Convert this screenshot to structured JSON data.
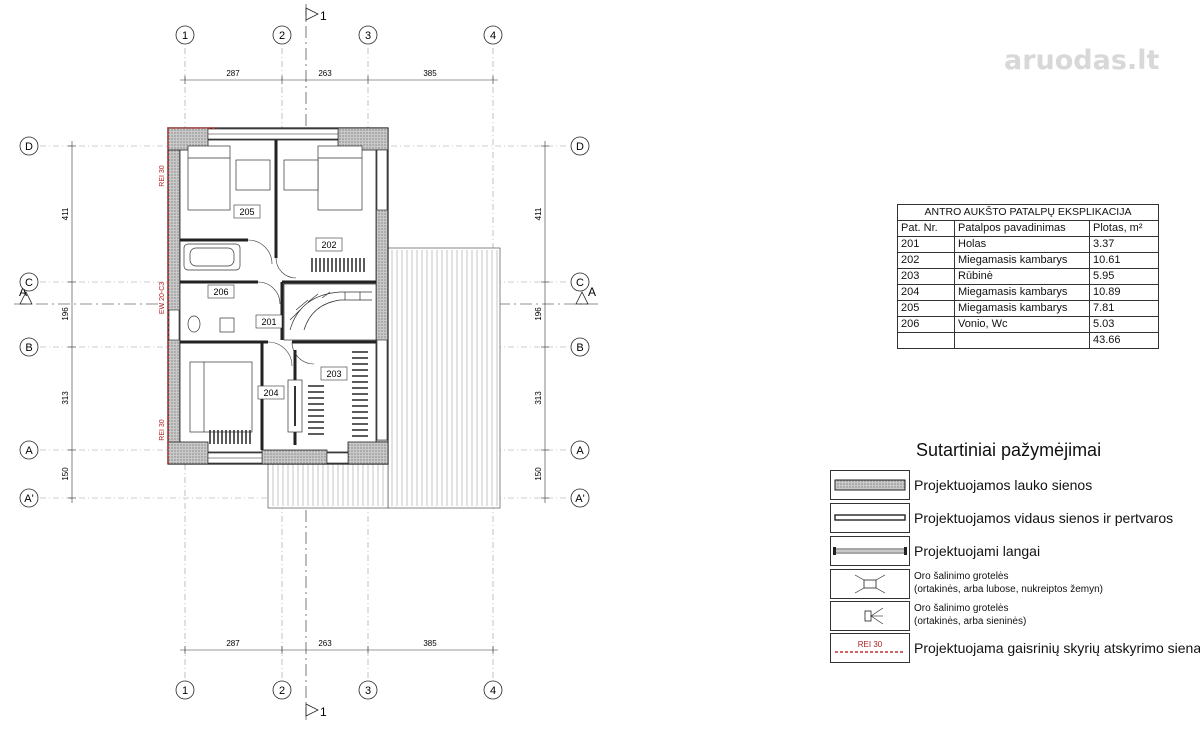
{
  "watermark": {
    "text": "aruodas",
    "suffix": "lt"
  },
  "axes": {
    "columns": [
      "1",
      "2",
      "3",
      "4"
    ],
    "rows": [
      "D",
      "C",
      "B",
      "A",
      "A'"
    ],
    "section_mark": "1",
    "section_side": "A"
  },
  "dimensions": {
    "top": [
      "287",
      "263",
      "385"
    ],
    "bottom": [
      "287",
      "263",
      "385"
    ],
    "left": [
      "411",
      "196",
      "313",
      "150"
    ],
    "right": [
      "411",
      "196",
      "313",
      "150"
    ]
  },
  "rooms": [
    "205",
    "202",
    "206",
    "201",
    "204",
    "203"
  ],
  "wall_labels": {
    "rei_upper": "REI 30",
    "rei_lower": "REI 30",
    "ew": "EW 20-C3"
  },
  "explication": {
    "title": "ANTRO AUKŠTO PATALPŲ EKSPLIKACIJA",
    "headers": [
      "Pat. Nr.",
      "Patalpos pavadinimas",
      "Plotas, m²"
    ],
    "rows": [
      [
        "201",
        "Holas",
        "3.37"
      ],
      [
        "202",
        "Miegamasis kambarys",
        "10.61"
      ],
      [
        "203",
        "Rūbinė",
        "5.95"
      ],
      [
        "204",
        "Miegamasis kambarys",
        "10.89"
      ],
      [
        "205",
        "Miegamasis kambarys",
        "7.81"
      ],
      [
        "206",
        "Vonio, Wc",
        "5.03"
      ],
      [
        "",
        "",
        "43.66"
      ]
    ]
  },
  "legend": {
    "title": "Sutartiniai pažymėjimai",
    "items": [
      {
        "text": "Projektuojamos lauko sienos"
      },
      {
        "text": "Projektuojamos vidaus sienos ir pertvaros"
      },
      {
        "text": "Projektuojami langai"
      },
      {
        "line1": "Oro šalinimo grotelės",
        "line2": "(ortakinės, arba lubose, nukreiptos žemyn)"
      },
      {
        "line1": "Oro šalinimo grotelės",
        "line2": "(ortakinės, arba sieninės)"
      },
      {
        "text": "Projektuojama gaisrinių skyrių atskyrimo siena",
        "sample": "REI 30"
      }
    ]
  },
  "colors": {
    "line": "#222222",
    "fire_wall": "#c03030",
    "hatch": "#9a9a9a",
    "watermark": "#d8d8d8"
  }
}
